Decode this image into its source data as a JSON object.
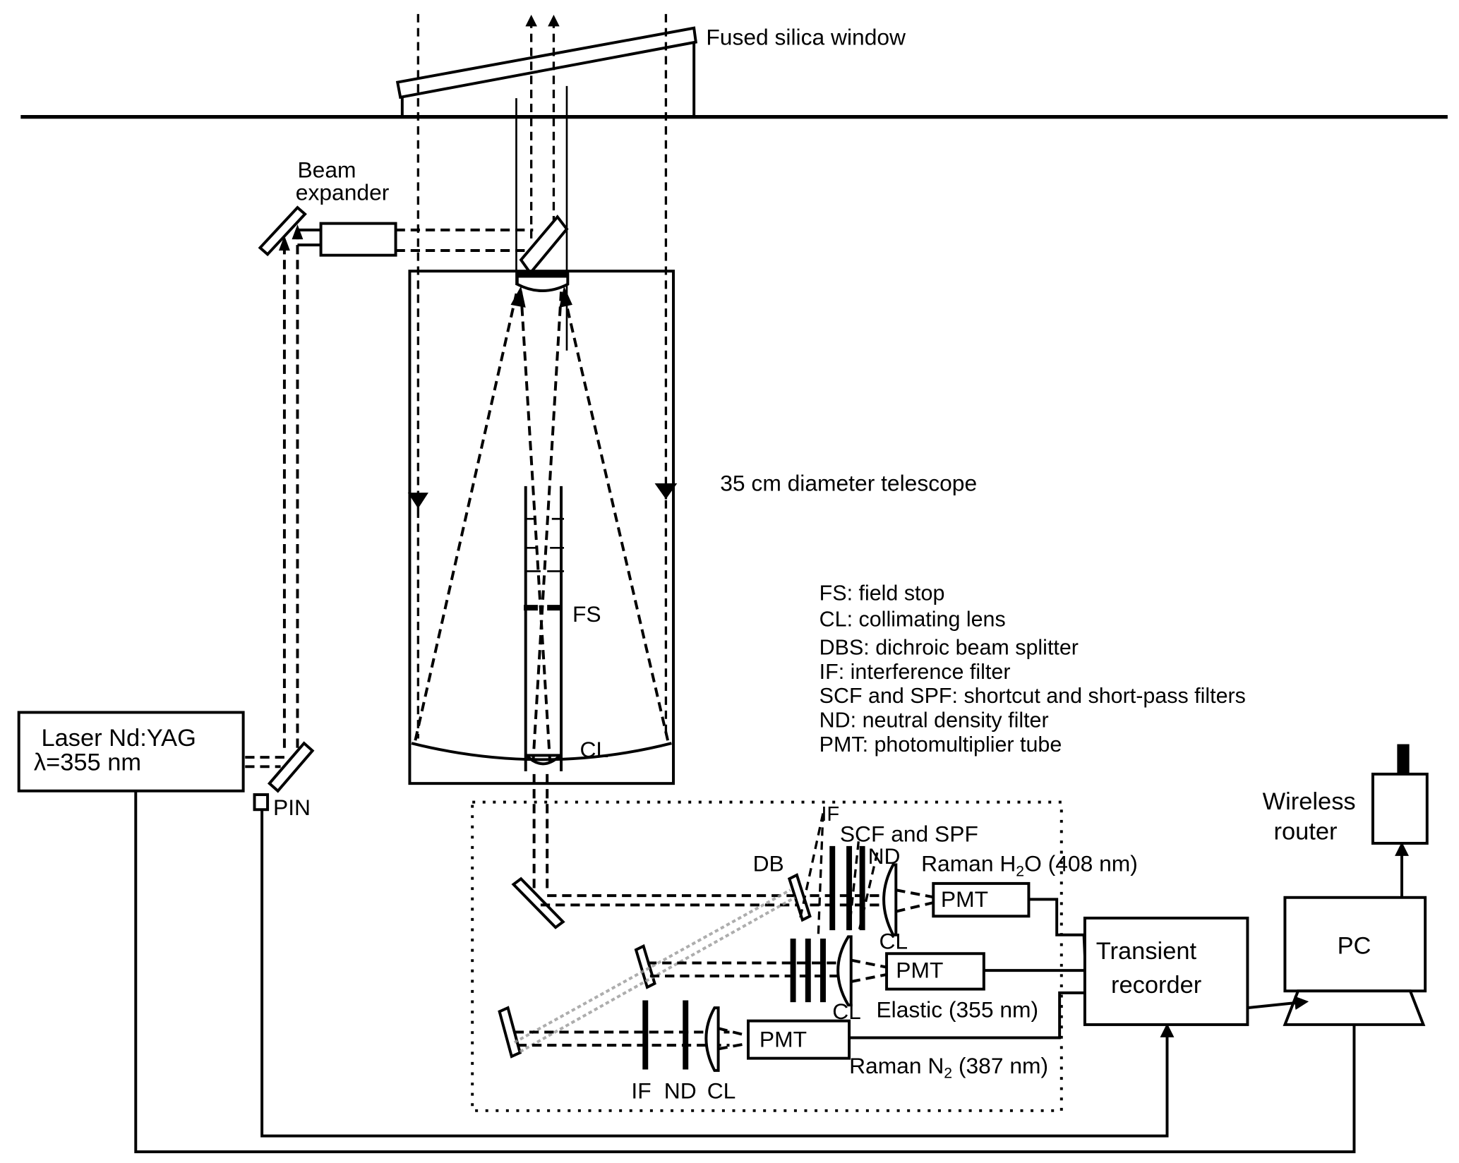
{
  "diagram": {
    "title": "Raman lidar system schematic",
    "labels": {
      "window": "Fused silica window",
      "beam_expander_line1": "Beam",
      "beam_expander_line2": "expander",
      "telescope": "35 cm diameter telescope",
      "fs": "FS",
      "cl_telescope": "CL",
      "laser_line1": "Laser Nd:YAG",
      "laser_line2": "λ=355 nm",
      "pin": "PIN",
      "router_line1": "Wireless",
      "router_line2": "router",
      "pc": "PC",
      "recorder_line1": "Transient",
      "recorder_line2": "recorder"
    },
    "legend": [
      "FS:  field stop",
      "CL:  collimating lens",
      "DBS:  dichroic beam splitter",
      "IF: interference filter",
      "SCF and SPF: shortcut and short-pass filters",
      "ND:  neutral density filter",
      "PMT:  photomultiplier tube"
    ],
    "detection": {
      "if_top": "IF",
      "scf_spf": "SCF and SPF",
      "nd_top": "ND",
      "db": "DB",
      "cl_h2o": "CL",
      "cl_elastic": "CL",
      "pmt": "PMT",
      "h2o_channel_prefix": "Raman H",
      "h2o_sub": "2",
      "h2o_channel_suffix": "O (408 nm)",
      "elastic_channel": "Elastic (355 nm)",
      "n2_channel_prefix": "Raman N",
      "n2_sub": "2",
      "n2_channel_suffix": " (387 nm)",
      "bottom_if": "IF",
      "bottom_nd": "ND",
      "bottom_cl": "CL"
    }
  }
}
